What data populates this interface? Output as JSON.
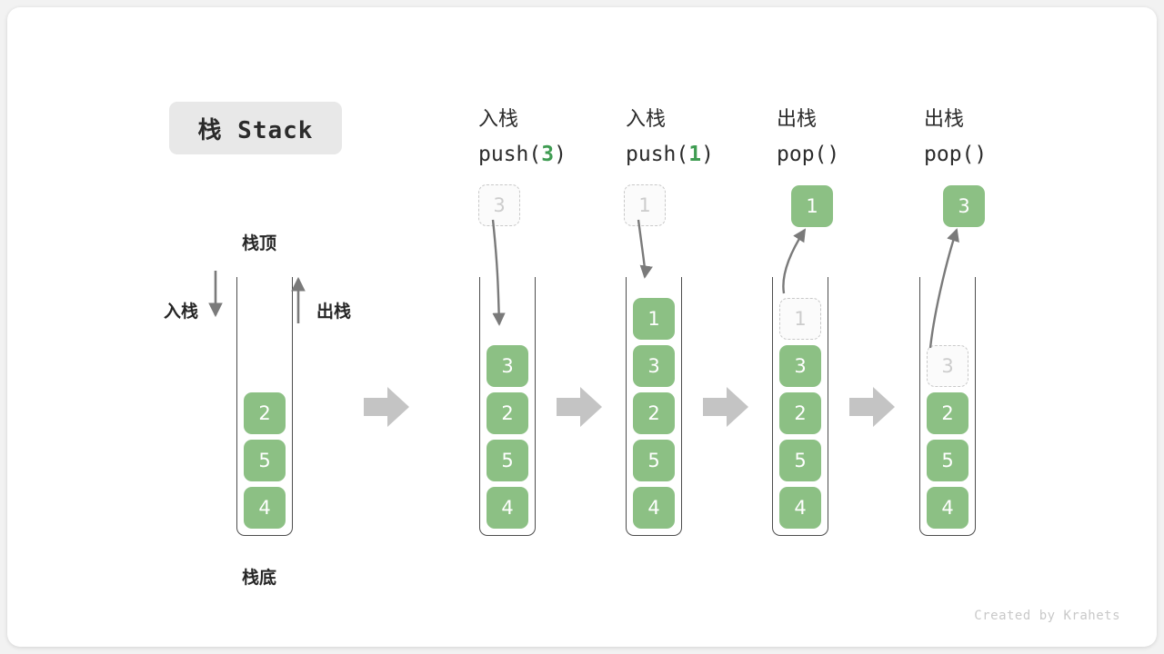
{
  "title": {
    "badge_text": "栈 Stack"
  },
  "left_diagram": {
    "top_label": "栈顶",
    "bottom_label": "栈底",
    "push_label": "入栈",
    "pop_label": "出栈",
    "cells": [
      "2",
      "5",
      "4"
    ]
  },
  "steps": [
    {
      "op": "push",
      "line1": "入栈",
      "code_prefix": "push(",
      "code_value": "3",
      "code_suffix": ")",
      "incoming_ghost": "3",
      "cells": [
        "3",
        "2",
        "5",
        "4"
      ]
    },
    {
      "op": "push",
      "line1": "入栈",
      "code_prefix": "push(",
      "code_value": "1",
      "code_suffix": ")",
      "incoming_ghost": "1",
      "cells": [
        "1",
        "3",
        "2",
        "5",
        "4"
      ]
    },
    {
      "op": "pop",
      "line1": "出栈",
      "code_prefix": "pop(",
      "code_value": "",
      "code_suffix": ")",
      "popped_value": "1",
      "ghost_in_stack": "1",
      "cells": [
        "3",
        "2",
        "5",
        "4"
      ]
    },
    {
      "op": "pop",
      "line1": "出栈",
      "code_prefix": "pop(",
      "code_value": "",
      "code_suffix": ")",
      "popped_value": "3",
      "ghost_in_stack": "3",
      "cells": [
        "2",
        "5",
        "4"
      ]
    }
  ],
  "footer": {
    "credit": "Created by Krahets"
  },
  "colors": {
    "cell_green": "#8cc084",
    "accent_green": "#3f9c52",
    "flow_arrow_gray": "#c4c4c4",
    "curve_arrow_gray": "#7a7a7a",
    "badge_bg": "#e8e8e8"
  }
}
